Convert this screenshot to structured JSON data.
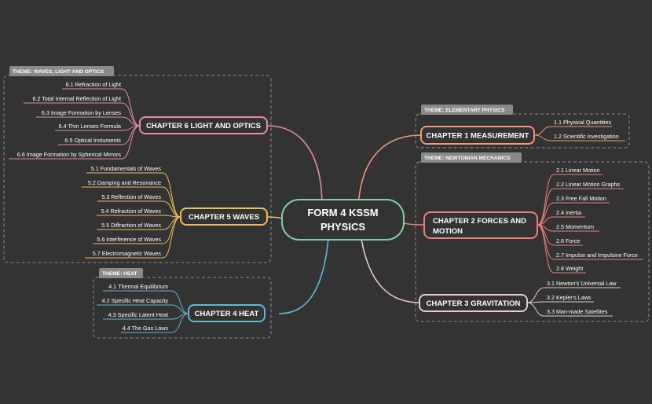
{
  "colors": {
    "background": "#333333",
    "root_border": "#7fcf9f",
    "optics": "#e58ca4",
    "waves": "#f2bb5c",
    "heat": "#61b6d6",
    "measurement": "#f2977b",
    "forces": "#ee7f7a",
    "gravitation": "#e8c8c8",
    "theme_label": "#8a8a8a"
  },
  "root": {
    "line1": "FORM 4 KSSM",
    "line2": "PHYSICS"
  },
  "themes": {
    "optics": "THEME: WAVES, LIGHT AND OPTICS",
    "heat": "THEME: HEAT",
    "elementary": "THEME: ELEMENTARY PHYSICS",
    "newtonian": "THEME: NEWTONIAN MECHANICS"
  },
  "chapters": {
    "ch6": {
      "title": "CHAPTER 6 LIGHT AND OPTICS",
      "topics": [
        "6.1 Refraction of Light",
        "6.2 Total Internal Reflection of Light",
        "6.3 Image Formation by Lenses",
        "6.4 Thin Lenses Formula",
        "6.5 Optical Instuments",
        "6.6 Image Formation by Spherical Mirrors"
      ]
    },
    "ch5": {
      "title": "CHAPTER 5 WAVES",
      "topics": [
        "5.1 Fundamentals of Waves",
        "5.2 Damping and Resonance",
        "5.3 Reflection of Waves",
        "5.4 Refraction of Waves",
        "5.5 Diffraction of Waves",
        "5.6 interference of Waves",
        "5.7  Electromagnetic Waves"
      ]
    },
    "ch4": {
      "title": "CHAPTER 4 HEAT",
      "topics": [
        "4.1 Thermal Equilibrium",
        "4.2 Specific Heat Capacity",
        "4.3 Specific Latent Heat",
        "4.4 The Gas Laws"
      ]
    },
    "ch1": {
      "title": "CHAPTER 1 MEASUREMENT",
      "topics": [
        "1.1 Physical Quantities",
        "1.2 Scientific investigation"
      ]
    },
    "ch2": {
      "title_line1": "CHAPTER 2 FORCES AND",
      "title_line2": "MOTION",
      "topics": [
        "2.1 Linear Motion",
        "2.2 Linear Motion Graphs",
        "2.3 Free Fall Motion",
        "2.4 Inertia",
        "2.5 Momentum",
        "2.6 Force",
        "2.7 Impulse and Impulsive Force",
        "2.8 Weight"
      ]
    },
    "ch3": {
      "title": "CHAPTER 3 GRAVITATION",
      "topics": [
        "3.1 Newton's Universal Law",
        "3.2 Kepler's Laws",
        "3.3 Man-made Satellites"
      ]
    }
  }
}
